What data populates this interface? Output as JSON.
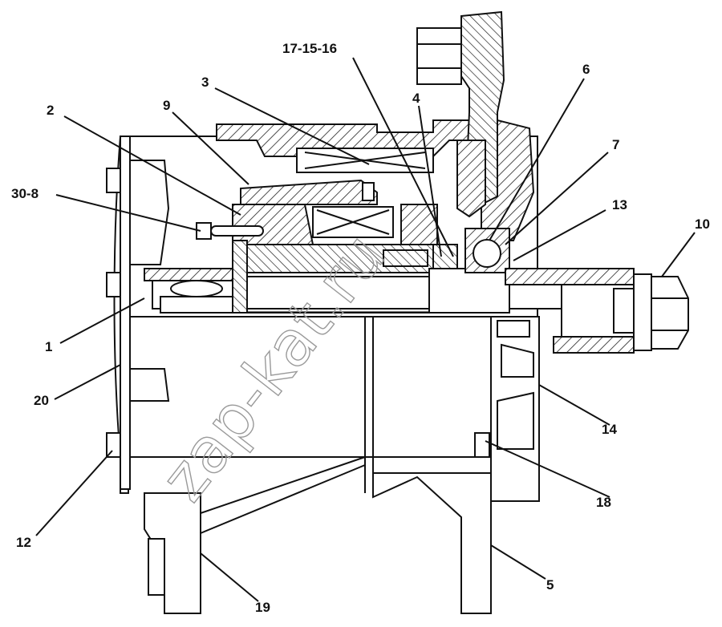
{
  "watermark": "zap-kat.ru",
  "labels": {
    "l_17_15_16": "17-15-16",
    "l_3": "3",
    "l_4": "4",
    "l_6": "6",
    "l_7": "7",
    "l_2": "2",
    "l_9": "9",
    "l_30_8": "30-8",
    "l_13": "13",
    "l_10": "10",
    "l_1": "1",
    "l_20": "20",
    "l_14": "14",
    "l_18": "18",
    "l_12": "12",
    "l_5": "5",
    "l_19": "19"
  }
}
